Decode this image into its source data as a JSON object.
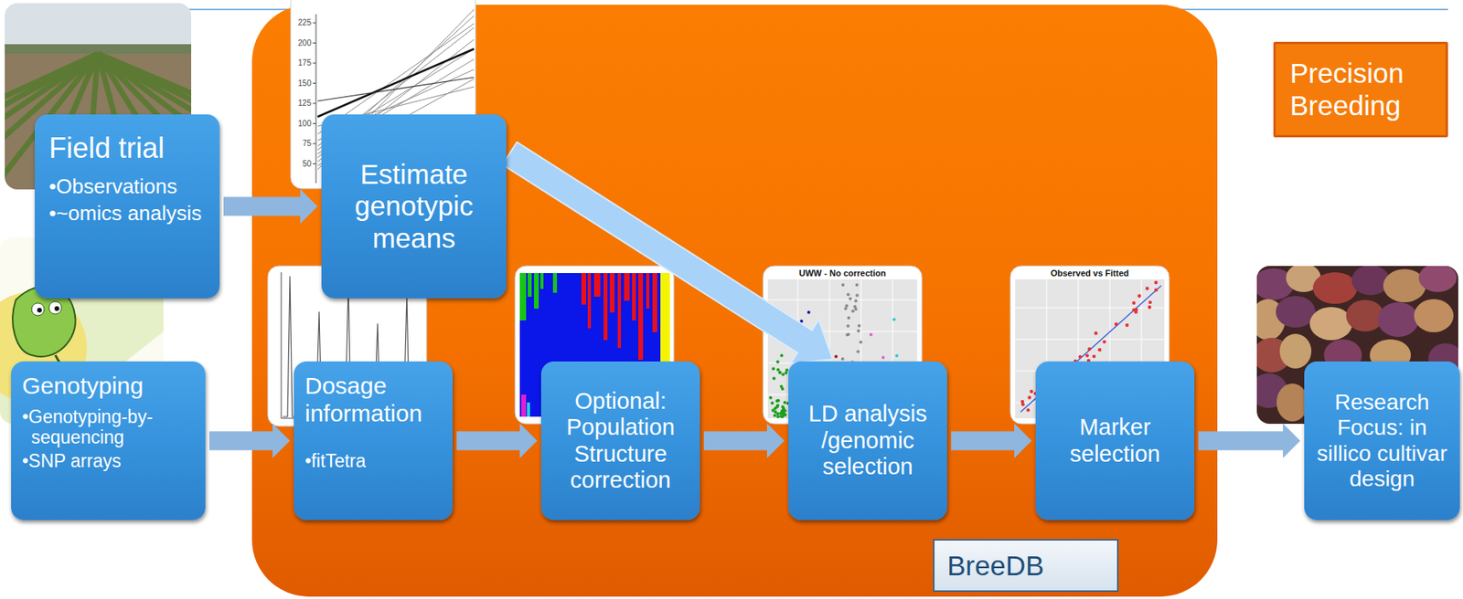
{
  "diagram": {
    "nodes": [
      {
        "text": [
          "Field trial",
          "•Observations",
          "•~omics analysis"
        ]
      },
      {
        "text": [
          "Genotyping",
          "•Genotyping-by-sequencing",
          "•SNP arrays"
        ]
      },
      {
        "text": [
          "BreeDB"
        ]
      },
      {
        "text": [
          "Estimate genotypic means"
        ],
        "in": 2
      },
      {
        "text": [
          "Dosage information",
          "•fitTetra"
        ],
        "in": 2
      },
      {
        "text": [
          "Optional: Population Structure correction"
        ],
        "in": 2
      },
      {
        "text": [
          "LD analysis /genomic selection"
        ],
        "in": 2
      },
      {
        "text": [
          "Marker selection"
        ],
        "in": 2
      },
      {
        "text": [
          "Precision Breeding"
        ]
      },
      {
        "text": [
          "Research Focus: in sillico cultivar design"
        ]
      }
    ],
    "edges": [
      {
        "from": 0,
        "to": 3,
        "arrow": "to"
      },
      {
        "from": 1,
        "to": 4,
        "arrow": "to"
      },
      {
        "from": 3,
        "to": 6,
        "arrow": "to"
      },
      {
        "from": 4,
        "to": 5,
        "arrow": "to"
      },
      {
        "from": 5,
        "to": 6,
        "arrow": "to"
      },
      {
        "from": 6,
        "to": 7,
        "arrow": "to"
      },
      {
        "from": 7,
        "to": 9,
        "arrow": "to"
      }
    ],
    "labels": [
      "225",
      "200",
      "175",
      "150",
      "125",
      "100",
      "75",
      "50",
      "UWW - No correction",
      "Observed vs Fitted"
    ]
  }
}
